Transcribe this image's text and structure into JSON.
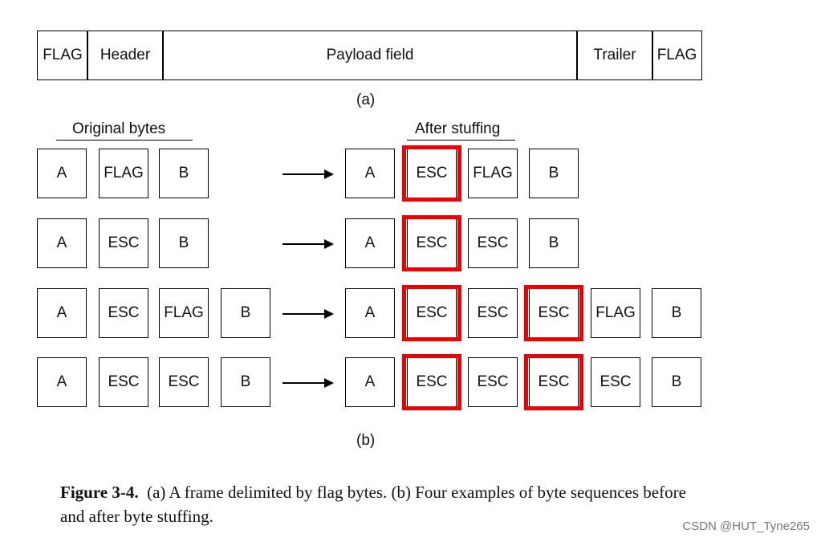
{
  "frame": {
    "fields": [
      "FLAG",
      "Header",
      "Payload field",
      "Trailer",
      "FLAG"
    ],
    "label": "(a)"
  },
  "stuffing": {
    "original_heading": "Original bytes",
    "after_heading": "After stuffing",
    "label": "(b)",
    "highlight_color": "#ee0000",
    "rows": [
      {
        "original": [
          "A",
          "FLAG",
          "B"
        ],
        "after": [
          "A",
          "ESC",
          "FLAG",
          "B"
        ],
        "highlighted": [
          1
        ]
      },
      {
        "original": [
          "A",
          "ESC",
          "B"
        ],
        "after": [
          "A",
          "ESC",
          "ESC",
          "B"
        ],
        "highlighted": [
          1
        ]
      },
      {
        "original": [
          "A",
          "ESC",
          "FLAG",
          "B"
        ],
        "after": [
          "A",
          "ESC",
          "ESC",
          "ESC",
          "FLAG",
          "B"
        ],
        "highlighted": [
          1,
          3
        ]
      },
      {
        "original": [
          "A",
          "ESC",
          "ESC",
          "B"
        ],
        "after": [
          "A",
          "ESC",
          "ESC",
          "ESC",
          "ESC",
          "B"
        ],
        "highlighted": [
          1,
          3
        ]
      }
    ]
  },
  "caption": {
    "figure": "Figure 3-4.",
    "text": "(a) A frame delimited by flag bytes. (b) Four examples of byte sequences before and after byte stuffing."
  },
  "watermark": "CSDN @HUT_Tyne265"
}
